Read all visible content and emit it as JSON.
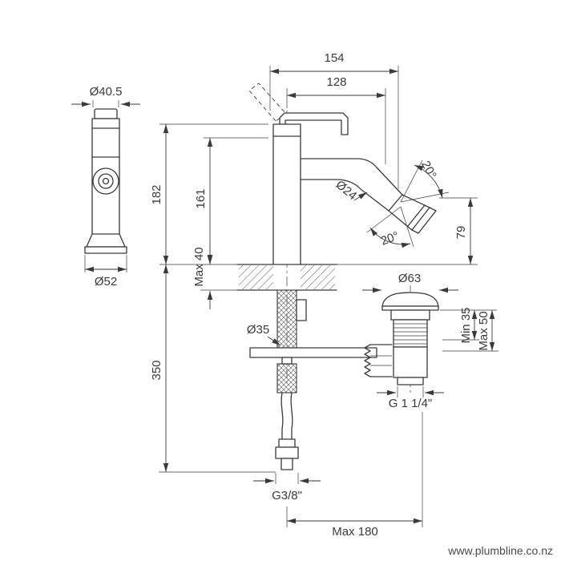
{
  "drawing": {
    "side_view": {
      "dia_top": "Ø40.5",
      "dia_base": "Ø52"
    },
    "dims": {
      "h182": "182",
      "h161": "161",
      "max40": "Max 40",
      "l350": "350",
      "w154": "154",
      "w128": "128",
      "dia24": "Ø24",
      "angle_upper": "20°",
      "angle_lower": "20°",
      "h79": "79",
      "dia63": "Ø63",
      "min35": "Min 35",
      "max50": "Max 50",
      "g114": "G 1 1/4\"",
      "dia35": "Ø35",
      "g38": "G3/8\"",
      "max180": "Max 180"
    },
    "footer": {
      "website": "www.plumbline.co.nz"
    }
  }
}
